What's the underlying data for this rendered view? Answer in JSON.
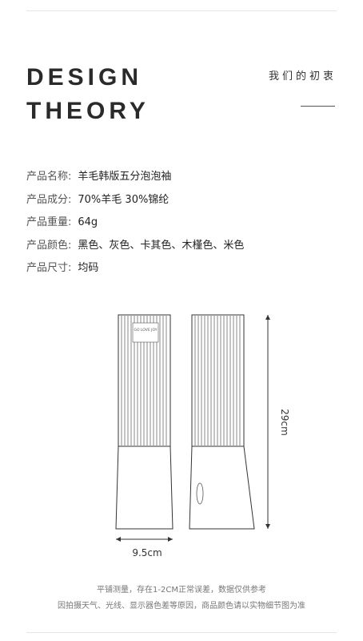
{
  "header": {
    "title_line1": "DESIGN",
    "title_line2": "THEORY",
    "subtitle": "我们的初衷"
  },
  "specs": [
    {
      "label": "产品名称:",
      "value": "羊毛韩版五分泡泡袖"
    },
    {
      "label": "产品成分:",
      "value": "70%羊毛 30%锦纶"
    },
    {
      "label": "产品重量:",
      "value": "64g"
    },
    {
      "label": "产品颜色:",
      "value": "黑色、灰色、卡其色、木槿色、米色"
    },
    {
      "label": "产品尺寸:",
      "value": "均码"
    }
  ],
  "diagram": {
    "tag_line1": "GO LOVE JOY",
    "tag_line2": "",
    "width_label": "9.5cm",
    "height_label": "29cm"
  },
  "notes": {
    "line1": "平铺测量，存在1-2CM正常误差，数据仅供参考",
    "line2": "因拍摄天气、光线、显示器色差等原因，商品颜色请以实物细节图为准"
  }
}
